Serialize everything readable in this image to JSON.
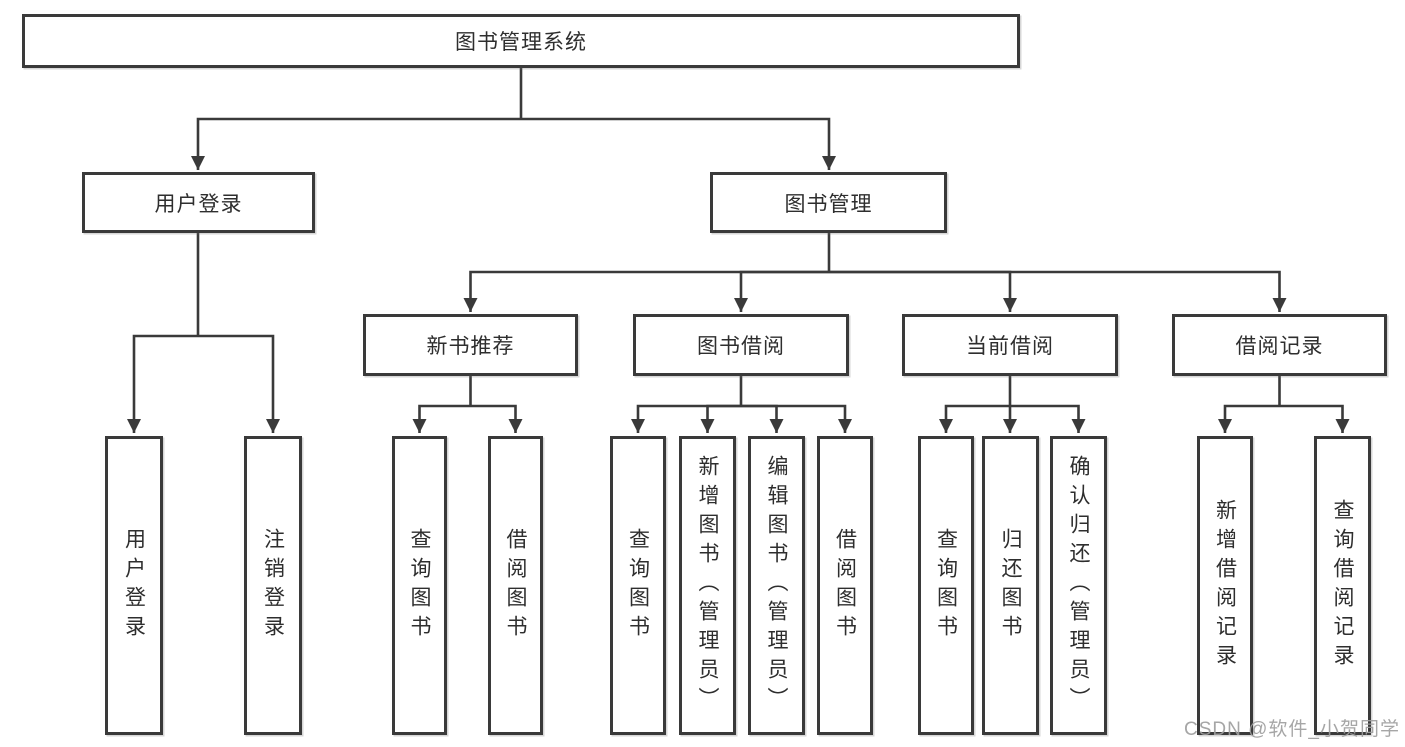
{
  "diagram": {
    "root": {
      "label": "图书管理系统"
    },
    "branches": [
      {
        "label": "用户登录",
        "children": [
          {
            "label": "用户登录"
          },
          {
            "label": "注销登录"
          }
        ]
      },
      {
        "label": "图书管理",
        "children": [
          {
            "label": "新书推荐",
            "children": [
              {
                "label": "查询图书"
              },
              {
                "label": "借阅图书"
              }
            ]
          },
          {
            "label": "图书借阅",
            "children": [
              {
                "label": "查询图书"
              },
              {
                "label": "新增图书（管理员）"
              },
              {
                "label": "编辑图书（管理员）"
              },
              {
                "label": "借阅图书"
              }
            ]
          },
          {
            "label": "当前借阅",
            "children": [
              {
                "label": "查询图书"
              },
              {
                "label": "归还图书"
              },
              {
                "label": "确认归还（管理员）"
              }
            ]
          },
          {
            "label": "借阅记录",
            "children": [
              {
                "label": "新增借阅记录"
              },
              {
                "label": "查询借阅记录"
              }
            ]
          }
        ]
      }
    ]
  },
  "watermark": {
    "text": "CSDN @软件_小贺同学"
  },
  "colors": {
    "line": "#3a3a3a",
    "text": "#2e2e2e",
    "watermark": "#9e9e9e",
    "background": "#ffffff"
  }
}
